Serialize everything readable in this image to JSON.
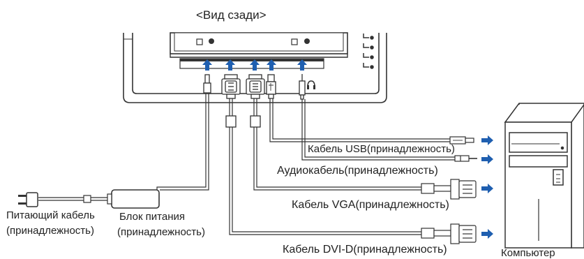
{
  "title": "<Вид сзади>",
  "labels": {
    "usb": "Кабель USB(принадлежность)",
    "audio": "Аудиокабель(принадлежность)",
    "vga": "Кабель VGA(принадлежность)",
    "dvi": "Кабель DVI-D(принадлежность)",
    "power_cable_line1": "Питающий кабель",
    "power_cable_line2": "(принадлежность)",
    "power_supply_line1": "Блок питания",
    "power_supply_line2": "(принадлежность)",
    "computer": "Компьютер"
  },
  "colors": {
    "arrow": "#1f5fb0",
    "line": "#333333"
  }
}
